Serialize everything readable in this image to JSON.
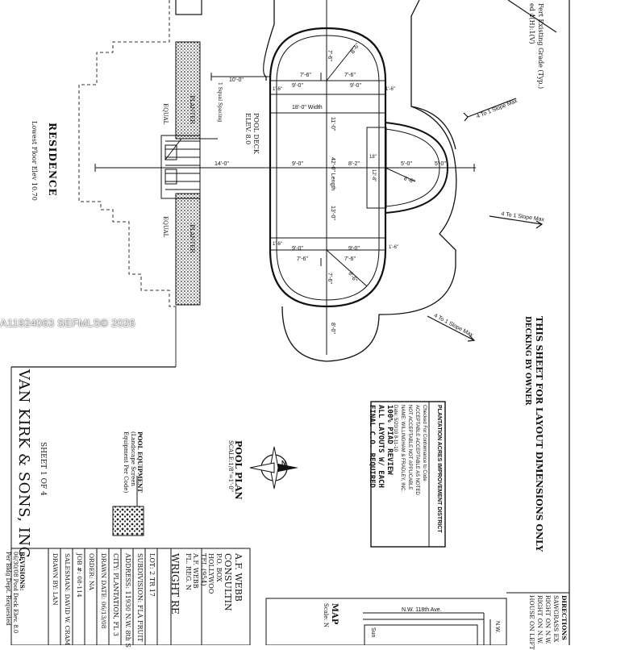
{
  "watermark": "A11924063  SEFMLS© 2026",
  "residence": {
    "title": "RESIDENCE",
    "floor_elev": "Lowest Floor Elev 10.70"
  },
  "labels": {
    "planter": "PLANTER",
    "equal": "EQUAL",
    "pool_deck": [
      "POOL DECK",
      "ELEV. 8.0"
    ],
    "pool_plan": "POOL PLAN",
    "scale": "SCALE:1/8\"=1'-0\"",
    "equipment": [
      "POOL EQUIPMENT",
      "(Landscape Screen",
      "Equipment Per Code)"
    ],
    "sheet": "SHEET 1 OF 4",
    "layout_note": [
      "THIS SHEET FOR LAYOUT DIMENSIONS ONLY",
      "DECKING BY OWNER"
    ],
    "existing_grade": [
      "Fert Existing Grade (Typ.)",
      "ed 4(H):1(V)"
    ],
    "slope_labels": [
      "4 To 1 Slope Max",
      "4 To 1 Slope Max",
      "4 To 1 Slope Max"
    ],
    "spa_step": "1 Squal Spacing"
  },
  "dimensions": {
    "width": "18'-0\" Width",
    "length": "42'-0\" Length",
    "left_setback": "14'-0\"",
    "top_setback": "10'-0\"",
    "bottom_setback": "8'-0\"",
    "radius_top": "7'-6\"",
    "radius_bottom": "7'-6\"",
    "radius_spa": "8'-6\"",
    "row_top": [
      "7'-6\"",
      "7'-6\""
    ],
    "row_top2": [
      "9'-0\"",
      "9'-0\""
    ],
    "row_mid": [
      "9'-0\"",
      "8'-2\"",
      "5'-0\"",
      "5'-0\""
    ],
    "row_bot2": [
      "9'-0\"",
      "9'-0\""
    ],
    "row_bot": [
      "7'-6\"",
      "7'-6\""
    ],
    "center_top": "11'-0\"",
    "center_bot": "13'-0\"",
    "diag": [
      "8'-6\"",
      "8'-6\""
    ],
    "misc": [
      "1'-6\"",
      "1'-6\"",
      "1'-6\"",
      "1'-6\"",
      "18\"",
      "12'-8\""
    ]
  },
  "stamp": {
    "header": "PLANTATION ACRES IMPROVEMENT DISTRICT",
    "lines": [
      "Checked For Conformance to Code",
      "ACCEPTABLE  ACCEPTABLE AS NOTED",
      "NOT ACCEPTABLE  NOT APPLICABLE",
      "NAME: WILLINGHAM & FRADLEY, INC.",
      "Date: 5/20/10   8-11-10"
    ],
    "handwriting": [
      "100% PIAD REVIEW",
      "ALL LAYOUTS W/ EACH",
      "FINAL C.O. REQUIRED"
    ]
  },
  "company": {
    "name": "VAN KIRK & SONS, INC."
  },
  "titleblock": {
    "revisions_label": "REVISIONS:",
    "revision_note": "06/30/08 Pool Deck Elev. 8.0",
    "revision_note2": "Per Bldg Dept. Requested",
    "rows": [
      "DRAWN BY: LAN",
      "SALESMAN: DAVID W. CRAM",
      "JOB #: 08-114",
      "ORDER: NA",
      "DRAWN DATE: 06/13/08",
      "CITY: PLANTATION, FL 3",
      "ADDRESS: 11930 N.W. 8th S",
      "SUBDIVISION: FLA FRUIT",
      "LOT: 2 TR 17"
    ],
    "owner": "WRIGHT RE",
    "firm": [
      "A.F. WEBB",
      "CONSULTIN",
      "P.O. BOX",
      "HOLLYWOO",
      "TEL (954)",
      "A.F. WEBB",
      "FL. REG. N"
    ]
  },
  "map": {
    "title": "MAP",
    "scale": "Scale: N",
    "road": "N.W. 118th Ave.",
    "road_side": "N.W.",
    "sub": "Sun"
  },
  "directions": {
    "lines": [
      "DIRECTIONS",
      "SAWGRASS EX",
      "RIGHT ON N.W.",
      "RIGHT ON N.W.",
      "HOUSE ON LEFT"
    ]
  },
  "compass": {
    "north": "N"
  }
}
